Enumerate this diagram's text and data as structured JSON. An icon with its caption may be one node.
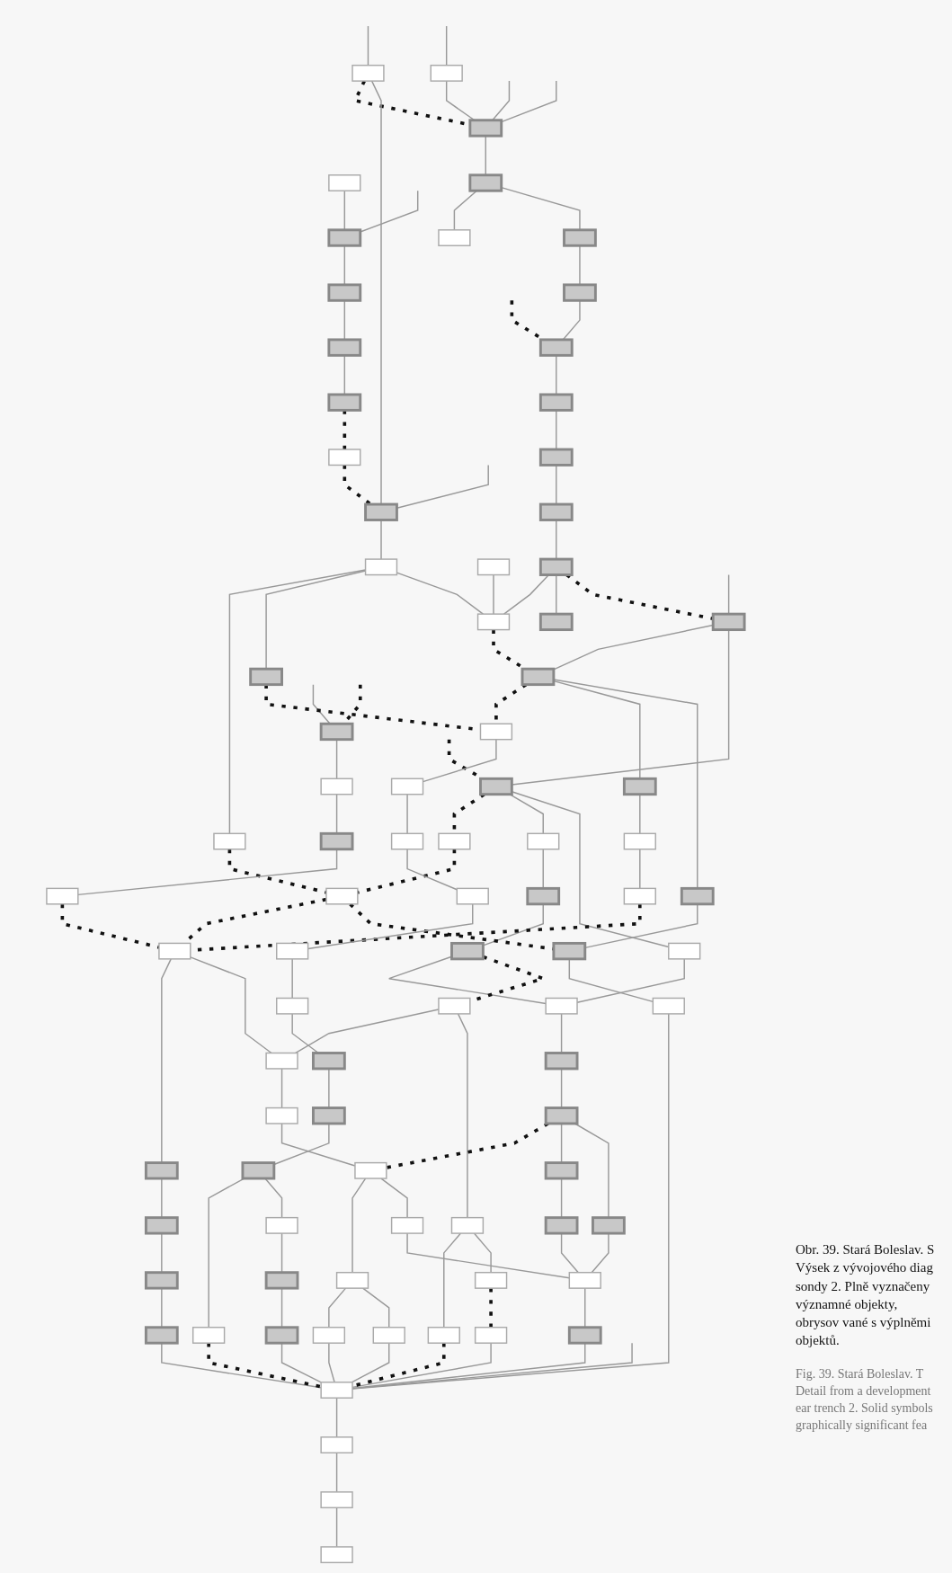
{
  "diagram": {
    "caption": "Obr. 39. Stará Boleslav. S Výsek z vývojového diag sondy 2. Plně vyznačeny významné objekty, obrysov vané s výplněmi objektů.",
    "nodes": [
      {
        "text": [],
        "shape": "box"
      },
      {
        "text": [],
        "shape": "box"
      },
      {
        "text": [],
        "shape": "box"
      },
      {
        "text": [],
        "shape": "box"
      },
      {
        "text": [],
        "shape": "box"
      },
      {
        "text": [],
        "shape": "box"
      },
      {
        "text": [],
        "shape": "box"
      },
      {
        "text": [],
        "shape": "box"
      },
      {
        "text": [],
        "shape": "box"
      },
      {
        "text": [],
        "shape": "box"
      },
      {
        "text": [],
        "shape": "box"
      },
      {
        "text": [],
        "shape": "box"
      },
      {
        "text": [],
        "shape": "box"
      },
      {
        "text": [],
        "shape": "box"
      },
      {
        "text": [],
        "shape": "box"
      },
      {
        "text": [],
        "shape": "box"
      },
      {
        "text": [],
        "shape": "box"
      },
      {
        "text": [],
        "shape": "box"
      },
      {
        "text": [],
        "shape": "box"
      },
      {
        "text": [],
        "shape": "box"
      },
      {
        "text": [],
        "shape": "box"
      },
      {
        "text": [],
        "shape": "box"
      },
      {
        "text": [],
        "shape": "box"
      },
      {
        "text": [],
        "shape": "box"
      },
      {
        "text": [],
        "shape": "box"
      },
      {
        "text": [],
        "shape": "box"
      },
      {
        "text": [],
        "shape": "box"
      },
      {
        "text": [],
        "shape": "box"
      },
      {
        "text": [],
        "shape": "box"
      },
      {
        "text": [],
        "shape": "box"
      },
      {
        "text": [],
        "shape": "box"
      },
      {
        "text": [],
        "shape": "box"
      },
      {
        "text": [],
        "shape": "box"
      },
      {
        "text": [],
        "shape": "box"
      },
      {
        "text": [],
        "shape": "box"
      },
      {
        "text": [],
        "shape": "box"
      },
      {
        "text": [],
        "shape": "box"
      },
      {
        "text": [],
        "shape": "box"
      },
      {
        "text": [],
        "shape": "box"
      },
      {
        "text": [],
        "shape": "box"
      },
      {
        "text": [],
        "shape": "box"
      },
      {
        "text": [],
        "shape": "box"
      },
      {
        "text": [],
        "shape": "box"
      },
      {
        "text": [],
        "shape": "box"
      },
      {
        "text": [],
        "shape": "box"
      },
      {
        "text": [],
        "shape": "box"
      },
      {
        "text": [],
        "shape": "box"
      },
      {
        "text": [],
        "shape": "box"
      },
      {
        "text": [],
        "shape": "box"
      },
      {
        "text": [],
        "shape": "box"
      },
      {
        "text": [],
        "shape": "box"
      },
      {
        "text": [],
        "shape": "box"
      },
      {
        "text": [],
        "shape": "box"
      },
      {
        "text": [],
        "shape": "box"
      },
      {
        "text": [],
        "shape": "box"
      },
      {
        "text": [],
        "shape": "box"
      },
      {
        "text": [],
        "shape": "box"
      },
      {
        "text": [],
        "shape": "box"
      },
      {
        "text": [],
        "shape": "box"
      },
      {
        "text": [],
        "shape": "box"
      },
      {
        "text": [],
        "shape": "box"
      },
      {
        "text": [],
        "shape": "box"
      },
      {
        "text": [],
        "shape": "box"
      },
      {
        "text": [],
        "shape": "box"
      },
      {
        "text": [],
        "shape": "box"
      },
      {
        "text": [],
        "shape": "box"
      },
      {
        "text": [],
        "shape": "box"
      },
      {
        "text": [],
        "shape": "box"
      },
      {
        "text": [],
        "shape": "box"
      },
      {
        "text": [],
        "shape": "box"
      },
      {
        "text": [],
        "shape": "box"
      },
      {
        "text": [],
        "shape": "box"
      },
      {
        "text": [],
        "shape": "box"
      },
      {
        "text": [],
        "shape": "box"
      },
      {
        "text": [],
        "shape": "box"
      },
      {
        "text": [],
        "shape": "box"
      },
      {
        "text": [],
        "shape": "box"
      },
      {
        "text": [],
        "shape": "box"
      },
      {
        "text": [],
        "shape": "box"
      },
      {
        "text": [],
        "shape": "box"
      },
      {
        "text": [],
        "shape": "box"
      },
      {
        "text": [],
        "shape": "box"
      },
      {
        "text": [],
        "shape": "box"
      },
      {
        "text": [],
        "shape": "box"
      },
      {
        "text": [],
        "shape": "box"
      },
      {
        "text": [],
        "shape": "box"
      }
    ],
    "edges": [
      {
        "from": null,
        "to": 3,
        "arrow": "none"
      },
      {
        "from": null,
        "to": 1,
        "arrow": "none"
      },
      {
        "from": null,
        "to": 2,
        "arrow": "none"
      },
      {
        "from": null,
        "to": 4,
        "arrow": "none"
      },
      {
        "from": null,
        "to": 4,
        "arrow": "none"
      },
      {
        "from": null,
        "to": 14,
        "arrow": "none"
      },
      {
        "from": null,
        "to": 82,
        "arrow": "none"
      },
      {
        "from": null,
        "to": 25,
        "arrow": "none"
      },
      {
        "from": null,
        "to": 28,
        "arrow": "none"
      },
      {
        "from": null,
        "to": 28,
        "arrow": "none",
        "style": "dashed",
        "color": "#111111"
      },
      {
        "from": null,
        "to": 13,
        "arrow": "none",
        "style": "dashed",
        "color": "#111111"
      },
      {
        "from": null,
        "to": 27,
        "arrow": "none",
        "style": "dashed",
        "color": "#111111"
      },
      {
        "from": 0,
        "to": 3,
        "arrow": "none"
      },
      {
        "from": 3,
        "to": 5,
        "arrow": "none"
      },
      {
        "from": 5,
        "to": 7,
        "arrow": "none"
      },
      {
        "from": 7,
        "to": 10,
        "arrow": "none"
      },
      {
        "from": 1,
        "to": 4,
        "arrow": "none",
        "style": "dashed",
        "color": "#111111"
      },
      {
        "from": 2,
        "to": 4,
        "arrow": "none"
      },
      {
        "from": 4,
        "to": 6,
        "arrow": "none"
      },
      {
        "from": 6,
        "to": 8,
        "arrow": "none"
      },
      {
        "from": 6,
        "to": 9,
        "arrow": "none"
      },
      {
        "from": 9,
        "to": 11,
        "arrow": "none"
      },
      {
        "from": 11,
        "to": 13,
        "arrow": "none"
      },
      {
        "from": 10,
        "to": 12,
        "arrow": "none",
        "style": "dashed",
        "color": "#111111"
      },
      {
        "from": 1,
        "to": 14,
        "arrow": "none"
      },
      {
        "from": 12,
        "to": 14,
        "arrow": "none",
        "style": "dashed",
        "color": "#111111"
      },
      {
        "from": 14,
        "to": 16,
        "arrow": "none"
      },
      {
        "from": 16,
        "to": 18,
        "arrow": "none"
      },
      {
        "from": 16,
        "to": 19,
        "arrow": "none"
      },
      {
        "from": 16,
        "to": 23,
        "arrow": "none"
      },
      {
        "from": 13,
        "to": 15,
        "arrow": "none"
      },
      {
        "from": 15,
        "to": 17,
        "arrow": "none"
      },
      {
        "from": 17,
        "to": 20,
        "arrow": "none"
      },
      {
        "from": 20,
        "to": 22,
        "arrow": "none"
      },
      {
        "from": 22,
        "to": 23,
        "arrow": "none"
      },
      {
        "from": 22,
        "to": 24,
        "arrow": "none"
      },
      {
        "from": 21,
        "to": 23,
        "arrow": "none"
      },
      {
        "from": 22,
        "to": 25,
        "arrow": "none",
        "style": "dashed",
        "color": "#111111"
      },
      {
        "from": 23,
        "to": 26,
        "arrow": "none",
        "style": "dashed",
        "color": "#111111"
      },
      {
        "from": 25,
        "to": 26,
        "arrow": "none"
      },
      {
        "from": 25,
        "to": 27,
        "arrow": "none"
      },
      {
        "from": 19,
        "to": 29,
        "arrow": "none",
        "style": "dashed",
        "color": "#111111"
      },
      {
        "from": 26,
        "to": 29,
        "arrow": "none",
        "style": "dashed",
        "color": "#111111"
      },
      {
        "from": 27,
        "to": 30,
        "arrow": "none",
        "style": "dashed",
        "color": "#111111"
      },
      {
        "from": 18,
        "to": 36,
        "arrow": "none",
        "style": "dashed",
        "color": "#111111"
      },
      {
        "from": 30,
        "to": 36,
        "arrow": "none",
        "style": "dashed",
        "color": "#111111"
      },
      {
        "from": 26,
        "to": 31,
        "arrow": "none"
      },
      {
        "from": 26,
        "to": 32,
        "arrow": "none"
      },
      {
        "from": 27,
        "to": 33,
        "arrow": "none"
      },
      {
        "from": 27,
        "to": 34,
        "arrow": "none"
      },
      {
        "from": 28,
        "to": 35,
        "arrow": "none"
      },
      {
        "from": 29,
        "to": 37,
        "arrow": "none"
      },
      {
        "from": 37,
        "to": 41,
        "arrow": "none"
      },
      {
        "from": 41,
        "to": 45,
        "arrow": "none"
      },
      {
        "from": 31,
        "to": 38,
        "arrow": "none"
      },
      {
        "from": 38,
        "to": 42,
        "arrow": "none"
      },
      {
        "from": 33,
        "to": 39,
        "arrow": "none"
      },
      {
        "from": 39,
        "to": 43,
        "arrow": "none"
      },
      {
        "from": 43,
        "to": 49,
        "arrow": "none"
      },
      {
        "from": 35,
        "to": 40,
        "arrow": "none"
      },
      {
        "from": 40,
        "to": 44,
        "arrow": "none"
      },
      {
        "from": 36,
        "to": 46,
        "arrow": "none",
        "style": "dashed",
        "color": "#111111"
      },
      {
        "from": 42,
        "to": 46,
        "arrow": "none",
        "style": "dashed",
        "color": "#111111"
      },
      {
        "from": 44,
        "to": 46,
        "arrow": "none",
        "style": "dashed",
        "color": "#111111"
      },
      {
        "from": 36,
        "to": 48,
        "arrow": "none",
        "style": "dashed",
        "color": "#111111"
      },
      {
        "from": 43,
        "to": 47,
        "arrow": "none",
        "style": "dashed",
        "color": "#111111"
      },
      {
        "from": 32,
        "to": 48,
        "arrow": "none"
      },
      {
        "from": 34,
        "to": 49,
        "arrow": "none"
      },
      {
        "from": 45,
        "to": 50,
        "arrow": "none"
      },
      {
        "from": 46,
        "to": 51,
        "arrow": "none"
      },
      {
        "from": 46,
        "to": 52,
        "arrow": "none"
      },
      {
        "from": 47,
        "to": 52,
        "arrow": "none"
      },
      {
        "from": 47,
        "to": 53,
        "arrow": "none"
      },
      {
        "from": 48,
        "to": 54,
        "arrow": "none"
      },
      {
        "from": 49,
        "to": 55,
        "arrow": "none"
      },
      {
        "from": 50,
        "to": 56,
        "arrow": "none"
      },
      {
        "from": 56,
        "to": 62,
        "arrow": "none"
      },
      {
        "from": 62,
        "to": 68,
        "arrow": "none"
      },
      {
        "from": 68,
        "to": 73,
        "arrow": "none"
      },
      {
        "from": 73,
        "to": 77,
        "arrow": "none"
      },
      {
        "from": 73,
        "to": 78,
        "arrow": "none"
      },
      {
        "from": 78,
        "to": 80,
        "arrow": "none"
      },
      {
        "from": 80,
        "to": 81,
        "arrow": "none"
      },
      {
        "from": 81,
        "to": 82,
        "arrow": "none"
      },
      {
        "from": 51,
        "to": 57,
        "arrow": "none"
      },
      {
        "from": 57,
        "to": 63,
        "arrow": "none"
      },
      {
        "from": 63,
        "to": 69,
        "arrow": "none"
      },
      {
        "from": 69,
        "to": 82,
        "arrow": "none"
      },
      {
        "from": 52,
        "to": 58,
        "arrow": "none"
      },
      {
        "from": 58,
        "to": 65,
        "arrow": "none"
      },
      {
        "from": 53,
        "to": 59,
        "arrow": "none"
      },
      {
        "from": 53,
        "to": 60,
        "arrow": "none"
      },
      {
        "from": 60,
        "to": 64,
        "arrow": "none",
        "style": "dashed",
        "color": "#111111"
      },
      {
        "from": 61,
        "to": 65,
        "arrow": "none",
        "style": "dashed",
        "color": "#111111"
      },
      {
        "from": 55,
        "to": 61,
        "arrow": "none"
      },
      {
        "from": 61,
        "to": 66,
        "arrow": "none"
      },
      {
        "from": 61,
        "to": 67,
        "arrow": "none"
      },
      {
        "from": 65,
        "to": 70,
        "arrow": "none"
      },
      {
        "from": 65,
        "to": 71,
        "arrow": "none"
      },
      {
        "from": 66,
        "to": 72,
        "arrow": "none"
      },
      {
        "from": 70,
        "to": 74,
        "arrow": "none"
      },
      {
        "from": 70,
        "to": 75,
        "arrow": "none"
      },
      {
        "from": 71,
        "to": 76,
        "arrow": "none"
      },
      {
        "from": 72,
        "to": 76,
        "arrow": "none"
      },
      {
        "from": 67,
        "to": 76,
        "arrow": "none"
      },
      {
        "from": 76,
        "to": 79,
        "arrow": "none"
      },
      {
        "from": 64,
        "to": 82,
        "arrow": "none"
      },
      {
        "from": 74,
        "to": 82,
        "arrow": "none"
      },
      {
        "from": 75,
        "to": 82,
        "arrow": "none"
      },
      {
        "from": 79,
        "to": 82,
        "arrow": "none"
      },
      {
        "from": 54,
        "to": 82,
        "arrow": "none"
      },
      {
        "from": 77,
        "to": 82,
        "arrow": "none",
        "style": "dashed",
        "color": "#111111"
      },
      {
        "from": 59,
        "to": 82,
        "arrow": "none",
        "style": "dashed",
        "color": "#111111"
      },
      {
        "from": 82,
        "to": 83,
        "arrow": "none"
      },
      {
        "from": 83,
        "to": 84,
        "arrow": "none"
      },
      {
        "from": 84,
        "to": 85,
        "arrow": "none"
      }
    ],
    "labels": [
      "Fig. 39. Stará Boleslav. T Detail from a development ear trench 2. Solid symbols graphically significant fea"
    ]
  }
}
